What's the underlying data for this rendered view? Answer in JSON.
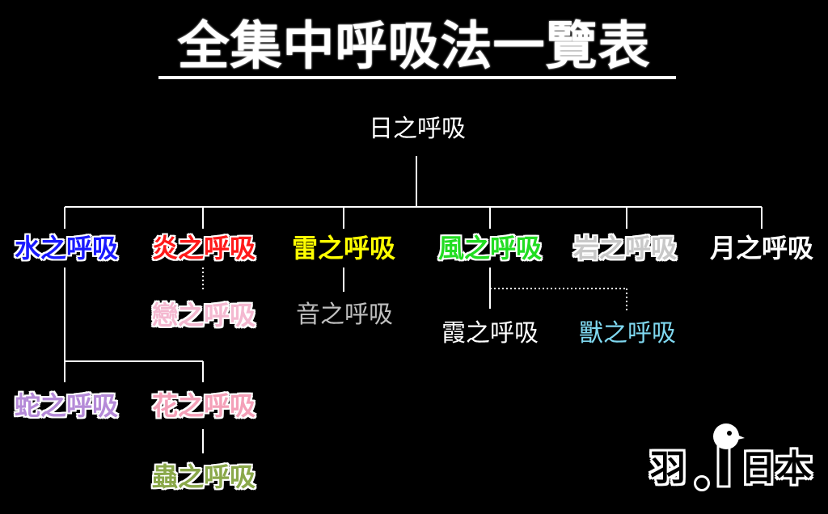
{
  "title": "全集中呼吸法一覽表",
  "colors": {
    "background": "#000000",
    "connector": "#ffffff",
    "sun": "#ffffff",
    "water": "#1a1aff",
    "flame": "#ff1a1a",
    "thunder": "#ffff00",
    "wind": "#22dd22",
    "stone": "#c8c8c8",
    "moon": "#ffffff",
    "love": "#f4b8d0",
    "sound": "#bfbfbf",
    "mist": "#ffffff",
    "beast": "#7fd8f0",
    "serpent": "#b58ad8",
    "flower": "#f4a0b8",
    "insect": "#8aa84a"
  },
  "nodes": {
    "sun": "日之呼吸",
    "water": "水之呼吸",
    "flame": "炎之呼吸",
    "thunder": "雷之呼吸",
    "wind": "風之呼吸",
    "stone": "岩之呼吸",
    "moon": "月之呼吸",
    "love": "戀之呼吸",
    "sound": "音之呼吸",
    "mist": "霞之呼吸",
    "beast": "獸之呼吸",
    "serpent": "蛇之呼吸",
    "flower": "花之呼吸",
    "insect": "蟲之呼吸"
  },
  "logo": {
    "left_text": "羽",
    "right_text": "日本",
    "icon": "bird-icon"
  }
}
